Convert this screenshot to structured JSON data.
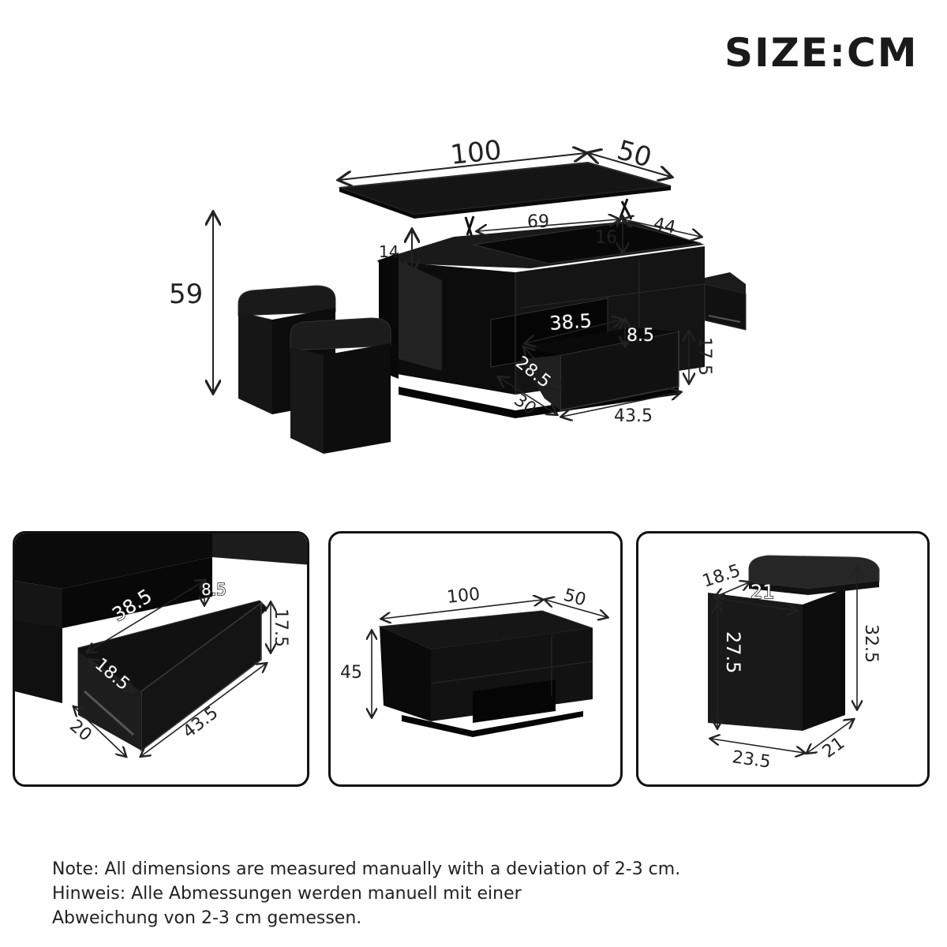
{
  "header": {
    "title": "SIZE:CM"
  },
  "main_view": {
    "labels": {
      "top_width": "100",
      "top_depth": "50",
      "total_height": "59",
      "lift_height": "14",
      "inner_width": "69",
      "inner_depth": "44",
      "inner_height": "16",
      "drawer_inner_width": "38.5",
      "drawer_inner_height": "8.5",
      "drawer_inner_depth": "28.5",
      "drawer_depth": "30",
      "drawer_width": "43.5",
      "drawer_height": "17.5"
    }
  },
  "panel_drawer": {
    "labels": {
      "inner_width": "38.5",
      "inner_height": "8.5",
      "inner_depth": "18.5",
      "front_height": "17.5",
      "front_width": "43.5",
      "depth": "20"
    }
  },
  "panel_table": {
    "labels": {
      "width": "100",
      "depth": "50",
      "height": "45"
    }
  },
  "panel_stool": {
    "labels": {
      "top_depth": "18.5",
      "top_width": "21",
      "inner_height": "27.5",
      "total_height": "32.5",
      "base_width": "23.5",
      "base_depth": "21"
    }
  },
  "note": {
    "line1": "Note: All dimensions are measured manually with a deviation of 2-3 cm.",
    "line2": "Hinweis: Alle Abmessungen werden manuell mit einer",
    "line3": "Abweichung von 2-3 cm gemessen."
  },
  "colors": {
    "furniture": "#0f0f0f",
    "furniture_edge": "#2b2b2b",
    "line": "#222222",
    "background": "#ffffff"
  }
}
